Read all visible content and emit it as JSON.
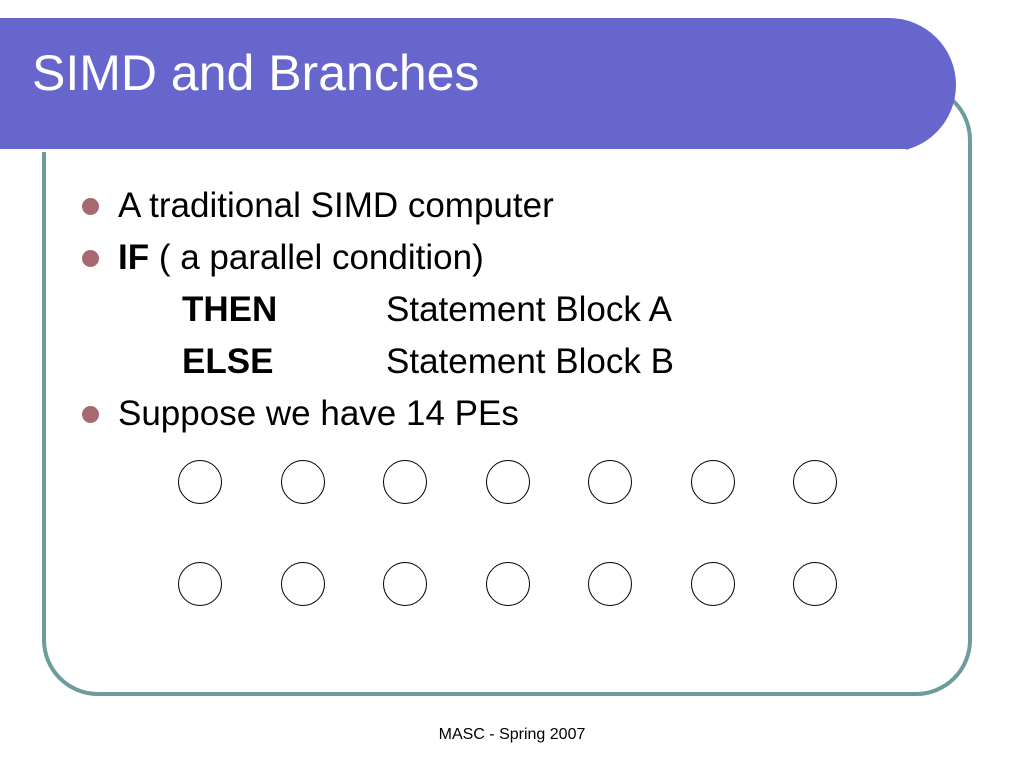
{
  "slide": {
    "title": "SIMD and Branches",
    "bullets": [
      "A traditional SIMD computer",
      {
        "keyword": "IF",
        "rest": " ( a parallel condition)"
      },
      " Suppose we have 14 PEs"
    ],
    "branches": [
      {
        "keyword": "THEN",
        "statement": "Statement Block A"
      },
      {
        "keyword": "ELSE",
        "statement": "Statement Block B"
      }
    ],
    "pe_count": 14,
    "footer": "MASC - Spring 2007"
  },
  "colors": {
    "title_bar": "#6666cc",
    "frame_border": "#6c9c9c",
    "bullet": "#a86870",
    "title_text": "#ffffff"
  },
  "icons": {
    "bullet": "filled-circle",
    "pe": "outlined-circle"
  }
}
